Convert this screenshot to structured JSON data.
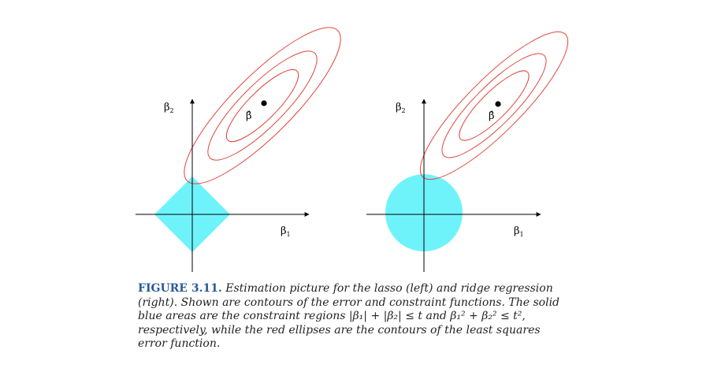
{
  "figure": {
    "left_panel": {
      "axis_x_label": "β",
      "axis_x_sub": "1",
      "axis_y_label": "β",
      "axis_y_sub": "2",
      "estimate_label": "β̂"
    },
    "right_panel": {
      "axis_x_label": "β",
      "axis_x_sub": "1",
      "axis_y_label": "β",
      "axis_y_sub": "2",
      "estimate_label": "β̂"
    },
    "colors": {
      "constraint_fill": "#6ff3fb",
      "contour_stroke": "#e0463c",
      "axis": "#000000"
    }
  },
  "caption": {
    "label": "FIGURE 3.11.",
    "text": "Estimation picture for the lasso (left) and ridge regression (right). Shown are contours of the error and constraint functions. The solid blue areas are the constraint regions |β₁| + |β₂| ≤ t and β₁² + β₂² ≤ t², respectively, while the red ellipses are the contours of the least squares error function."
  }
}
